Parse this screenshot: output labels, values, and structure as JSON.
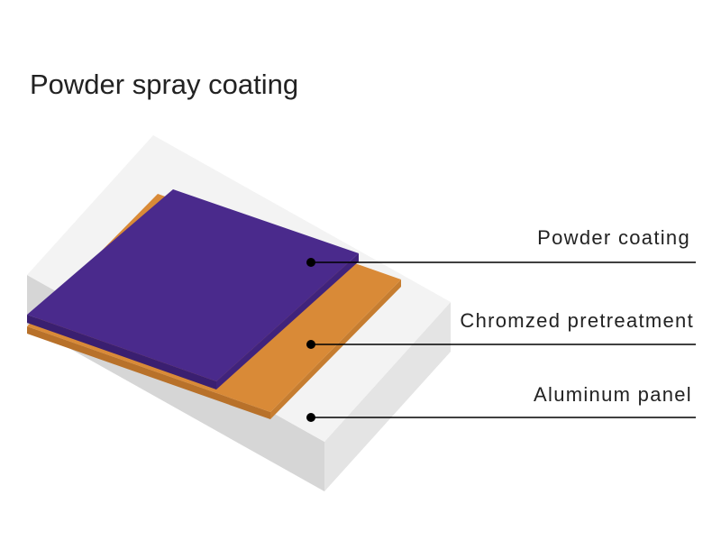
{
  "title": "Powder spray coating",
  "layers": [
    {
      "label": "Powder coating",
      "color": "#4a2a8c"
    },
    {
      "label": "Chromzed pretreatment",
      "color": "#d98a37"
    },
    {
      "label": "Aluminum panel",
      "color": "#efefef"
    }
  ]
}
